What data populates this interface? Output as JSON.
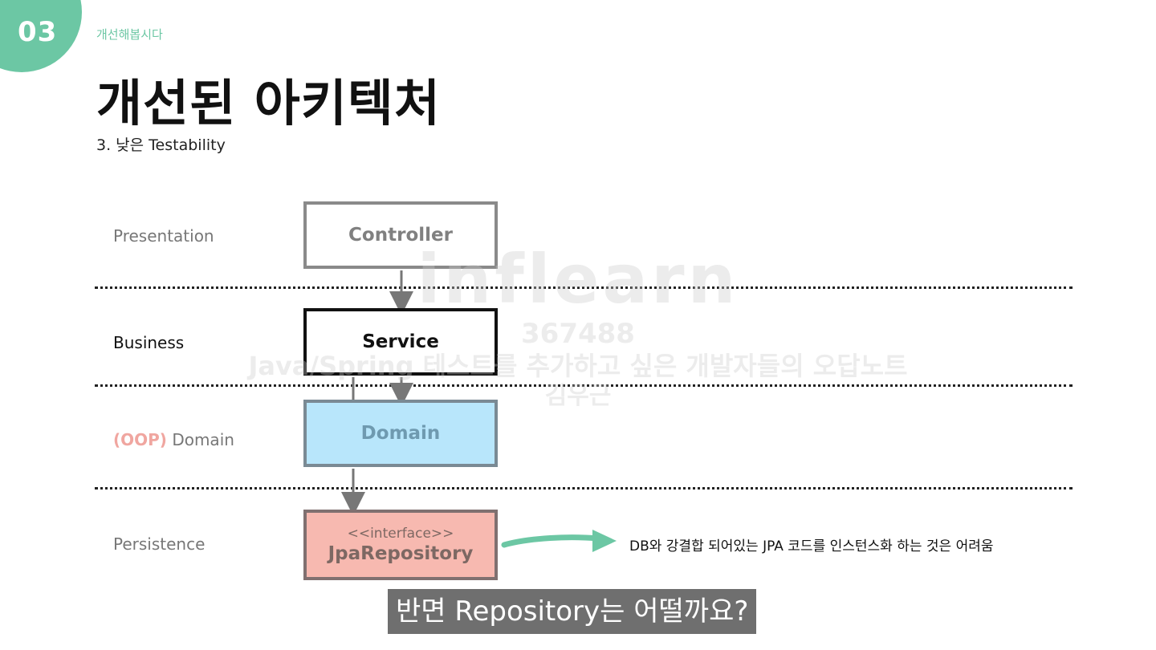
{
  "header": {
    "badge_number": "03",
    "section_label": "개선해봅시다",
    "title": "개선된 아키텍처",
    "subtitle": "3. 낮은 Testability"
  },
  "layers": {
    "presentation": "Presentation",
    "business": "Business",
    "domain_prefix": "(OOP)",
    "domain": "Domain",
    "persistence": "Persistence"
  },
  "boxes": {
    "controller": "Controller",
    "service": "Service",
    "domain": "Domain",
    "repo_stereotype": "<<interface>>",
    "repo": "JpaRepository"
  },
  "note": "DB와 강결합 되어있는 JPA 코드를 인스턴스화 하는 것은 어려움",
  "watermark": {
    "logo": "inflearn",
    "id": "367488",
    "course": "Java/Spring 테스트를 추가하고 싶은 개발자들의 오답노트",
    "author": "김우근"
  },
  "caption": "반면 Repository는 어떨까요?",
  "colors": {
    "accent": "#6cc7a4",
    "domain_fill": "#b8e6fb",
    "repo_fill": "#f7b9b0",
    "oop_label": "#f0a6a0",
    "note_arrow": "#6cc7a4"
  }
}
